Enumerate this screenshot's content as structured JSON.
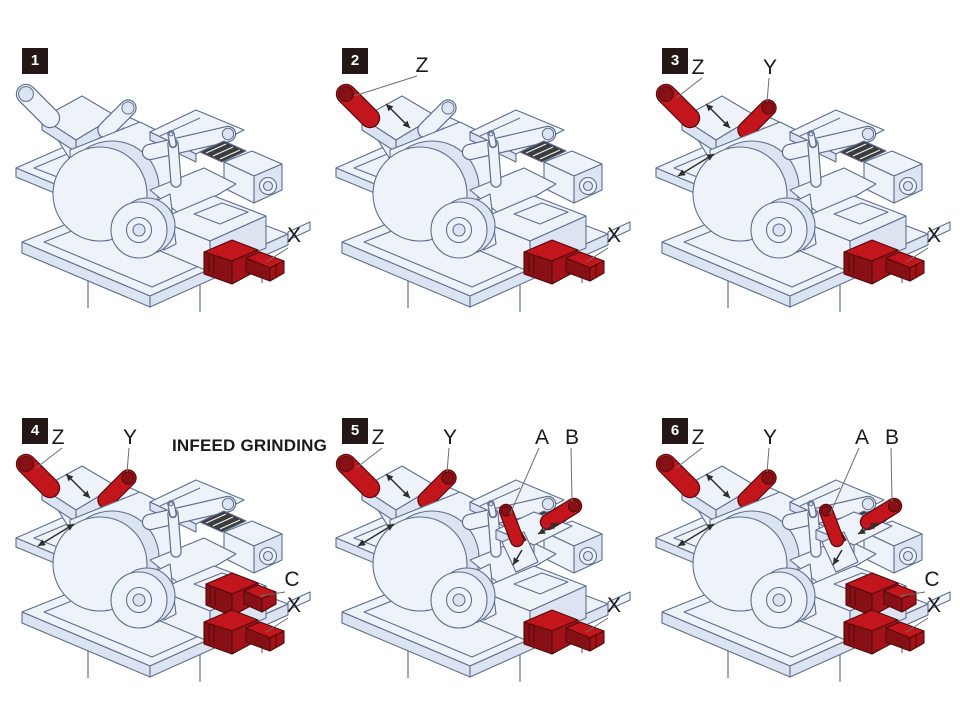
{
  "colors": {
    "background": "#ffffff",
    "machine_line": "#5e6e8e",
    "machine_fill": "#eef2f9",
    "machine_side": "#dde4f1",
    "machine_dark": "#3c3c3c",
    "highlight": "#c3161c",
    "highlight_dark": "#871014",
    "highlight_side": "#a31218",
    "highlight_stroke": "#530a0d",
    "badge_bg": "#231815",
    "badge_text": "#ffffff",
    "label_text": "#1a1a1a",
    "leader": "#6f6f6f",
    "arrow": "#2e2e2e"
  },
  "panels": [
    {
      "number": "1",
      "caption": "",
      "highlights": [
        "x"
      ],
      "labels": [
        {
          "part": "x",
          "text": "X"
        }
      ]
    },
    {
      "number": "2",
      "caption": "",
      "highlights": [
        "z",
        "x"
      ],
      "labels": [
        {
          "part": "z",
          "text": "Z"
        },
        {
          "part": "x",
          "text": "X"
        }
      ]
    },
    {
      "number": "3",
      "caption": "",
      "highlights": [
        "z",
        "y",
        "x"
      ],
      "labels": [
        {
          "part": "z",
          "text": "Z"
        },
        {
          "part": "y",
          "text": "Y"
        },
        {
          "part": "x",
          "text": "X"
        }
      ]
    },
    {
      "number": "4",
      "caption": "INFEED GRINDING",
      "highlights": [
        "z",
        "y",
        "c",
        "x"
      ],
      "labels": [
        {
          "part": "z",
          "text": "Z"
        },
        {
          "part": "y",
          "text": "Y"
        },
        {
          "part": "c",
          "text": "C"
        },
        {
          "part": "x",
          "text": "X"
        }
      ]
    },
    {
      "number": "5",
      "caption": "",
      "highlights": [
        "z",
        "y",
        "a",
        "b",
        "x"
      ],
      "labels": [
        {
          "part": "z",
          "text": "Z"
        },
        {
          "part": "y",
          "text": "Y"
        },
        {
          "part": "a",
          "text": "A"
        },
        {
          "part": "b",
          "text": "B"
        },
        {
          "part": "x",
          "text": "X"
        }
      ]
    },
    {
      "number": "6",
      "caption": "",
      "highlights": [
        "z",
        "y",
        "a",
        "b",
        "c",
        "x"
      ],
      "labels": [
        {
          "part": "z",
          "text": "Z"
        },
        {
          "part": "y",
          "text": "Y"
        },
        {
          "part": "a",
          "text": "A"
        },
        {
          "part": "b",
          "text": "B"
        },
        {
          "part": "c",
          "text": "C"
        },
        {
          "part": "x",
          "text": "X"
        }
      ]
    }
  ]
}
